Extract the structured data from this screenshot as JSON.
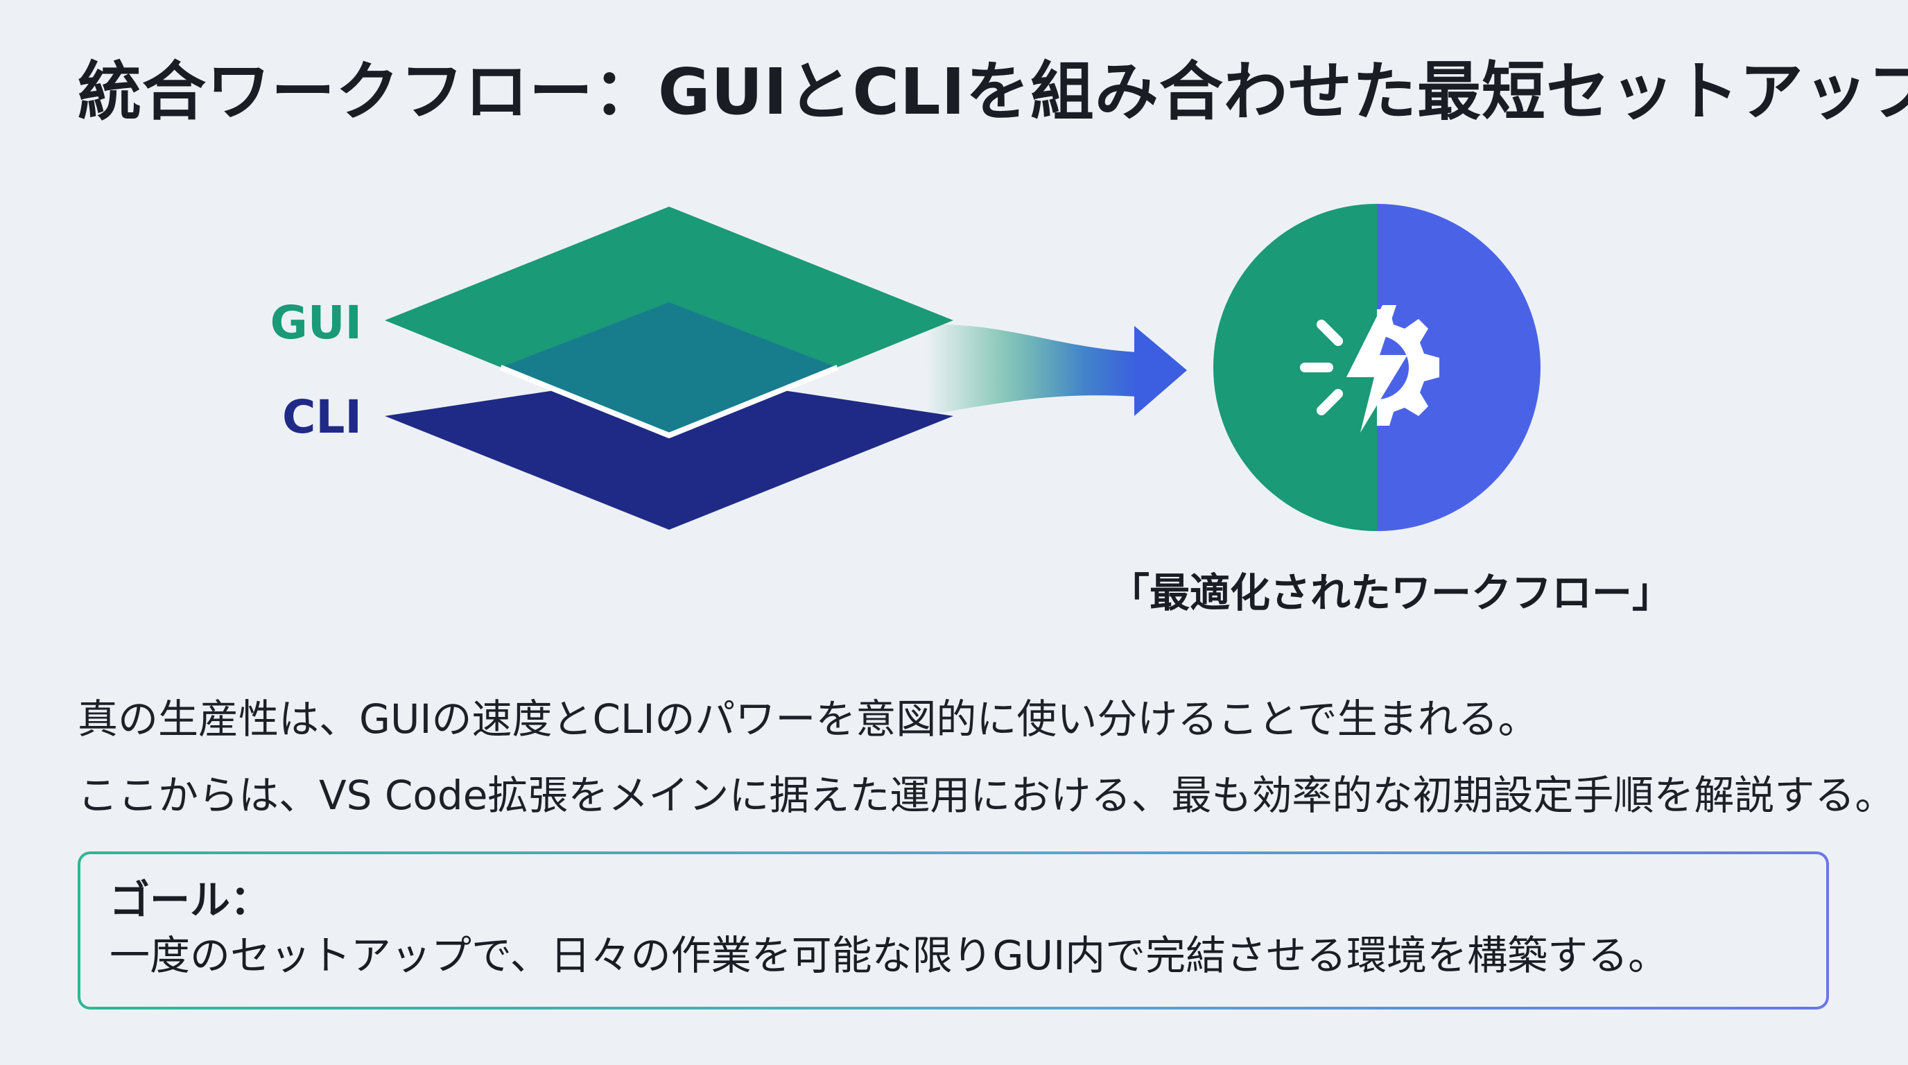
{
  "title": "統合ワークフロー：GUIとCLIを組み合わせた最短セットアップ",
  "diagram": {
    "gui_label": "GUI",
    "cli_label": "CLI",
    "result_caption": "「最適化されたワークフロー」",
    "colors": {
      "gui": "#1a9a77",
      "cli": "#1f2a86",
      "overlap": "#177d8d",
      "circle_left": "#1a9a77",
      "circle_right": "#4a63e6",
      "arrow": "#3b5fe0"
    },
    "icon": "lightning-gear-icon"
  },
  "body": {
    "line1": "真の生産性は、GUIの速度とCLIのパワーを意図的に使い分けることで生まれる。",
    "line2": "ここからは、VS Code拡張をメインに据えた運用における、最も効率的な初期設定手順を解説する。"
  },
  "goal": {
    "heading": "ゴール：",
    "text": "一度のセットアップで、日々の作業を可能な限りGUI内で完結させる環境を構築する。"
  }
}
